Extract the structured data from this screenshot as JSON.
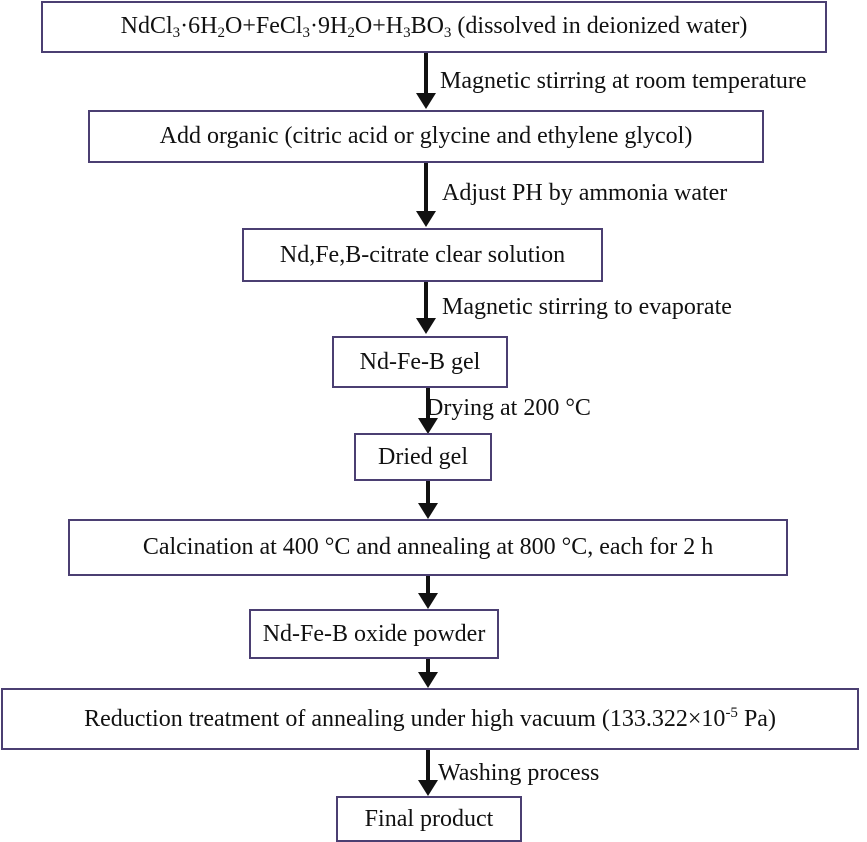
{
  "title": "Nd-Fe-B sol-gel synthesis flowchart",
  "colors": {
    "box_border": "#4b3f72",
    "arrow": "#111111",
    "text": "#111111",
    "background": "#ffffff"
  },
  "steps": [
    {
      "id": "precursors",
      "formula_parts": [
        {
          "t": "NdCl"
        },
        {
          "sub": "3"
        },
        {
          "t": "·6H"
        },
        {
          "sub": "2"
        },
        {
          "t": "O+FeCl"
        },
        {
          "sub": "3"
        },
        {
          "t": "·9H"
        },
        {
          "sub": "2"
        },
        {
          "t": "O+H"
        },
        {
          "sub": "3"
        },
        {
          "t": "BO"
        },
        {
          "sub": "3"
        },
        {
          "t": " (dissolved in deionized water)"
        }
      ]
    },
    {
      "id": "add-organic",
      "label": "Add organic (citric acid or glycine and ethylene glycol)"
    },
    {
      "id": "citrate-solution",
      "label": "Nd,Fe,B-citrate clear solution"
    },
    {
      "id": "gel",
      "label": "Nd-Fe-B gel"
    },
    {
      "id": "dried-gel",
      "label": "Dried gel"
    },
    {
      "id": "calcination",
      "label": "Calcination at 400 °C and annealing at 800 °C, each for 2 h"
    },
    {
      "id": "oxide-powder",
      "label": "Nd-Fe-B oxide powder"
    },
    {
      "id": "reduction",
      "label_before": "Reduction treatment of annealing under high vacuum (133.322×10",
      "label_sup": "-5",
      "label_after": " Pa)"
    },
    {
      "id": "final-product",
      "label": "Final product"
    }
  ],
  "transitions": [
    {
      "from": "precursors",
      "to": "add-organic",
      "label": "Magnetic stirring at room temperature"
    },
    {
      "from": "add-organic",
      "to": "citrate-solution",
      "label": "Adjust PH by ammonia water"
    },
    {
      "from": "citrate-solution",
      "to": "gel",
      "label": "Magnetic stirring to evaporate"
    },
    {
      "from": "gel",
      "to": "dried-gel",
      "label": "Drying at 200 °C"
    },
    {
      "from": "dried-gel",
      "to": "calcination",
      "label": ""
    },
    {
      "from": "calcination",
      "to": "oxide-powder",
      "label": ""
    },
    {
      "from": "oxide-powder",
      "to": "reduction",
      "label": ""
    },
    {
      "from": "reduction",
      "to": "final-product",
      "label": "Washing process"
    }
  ]
}
